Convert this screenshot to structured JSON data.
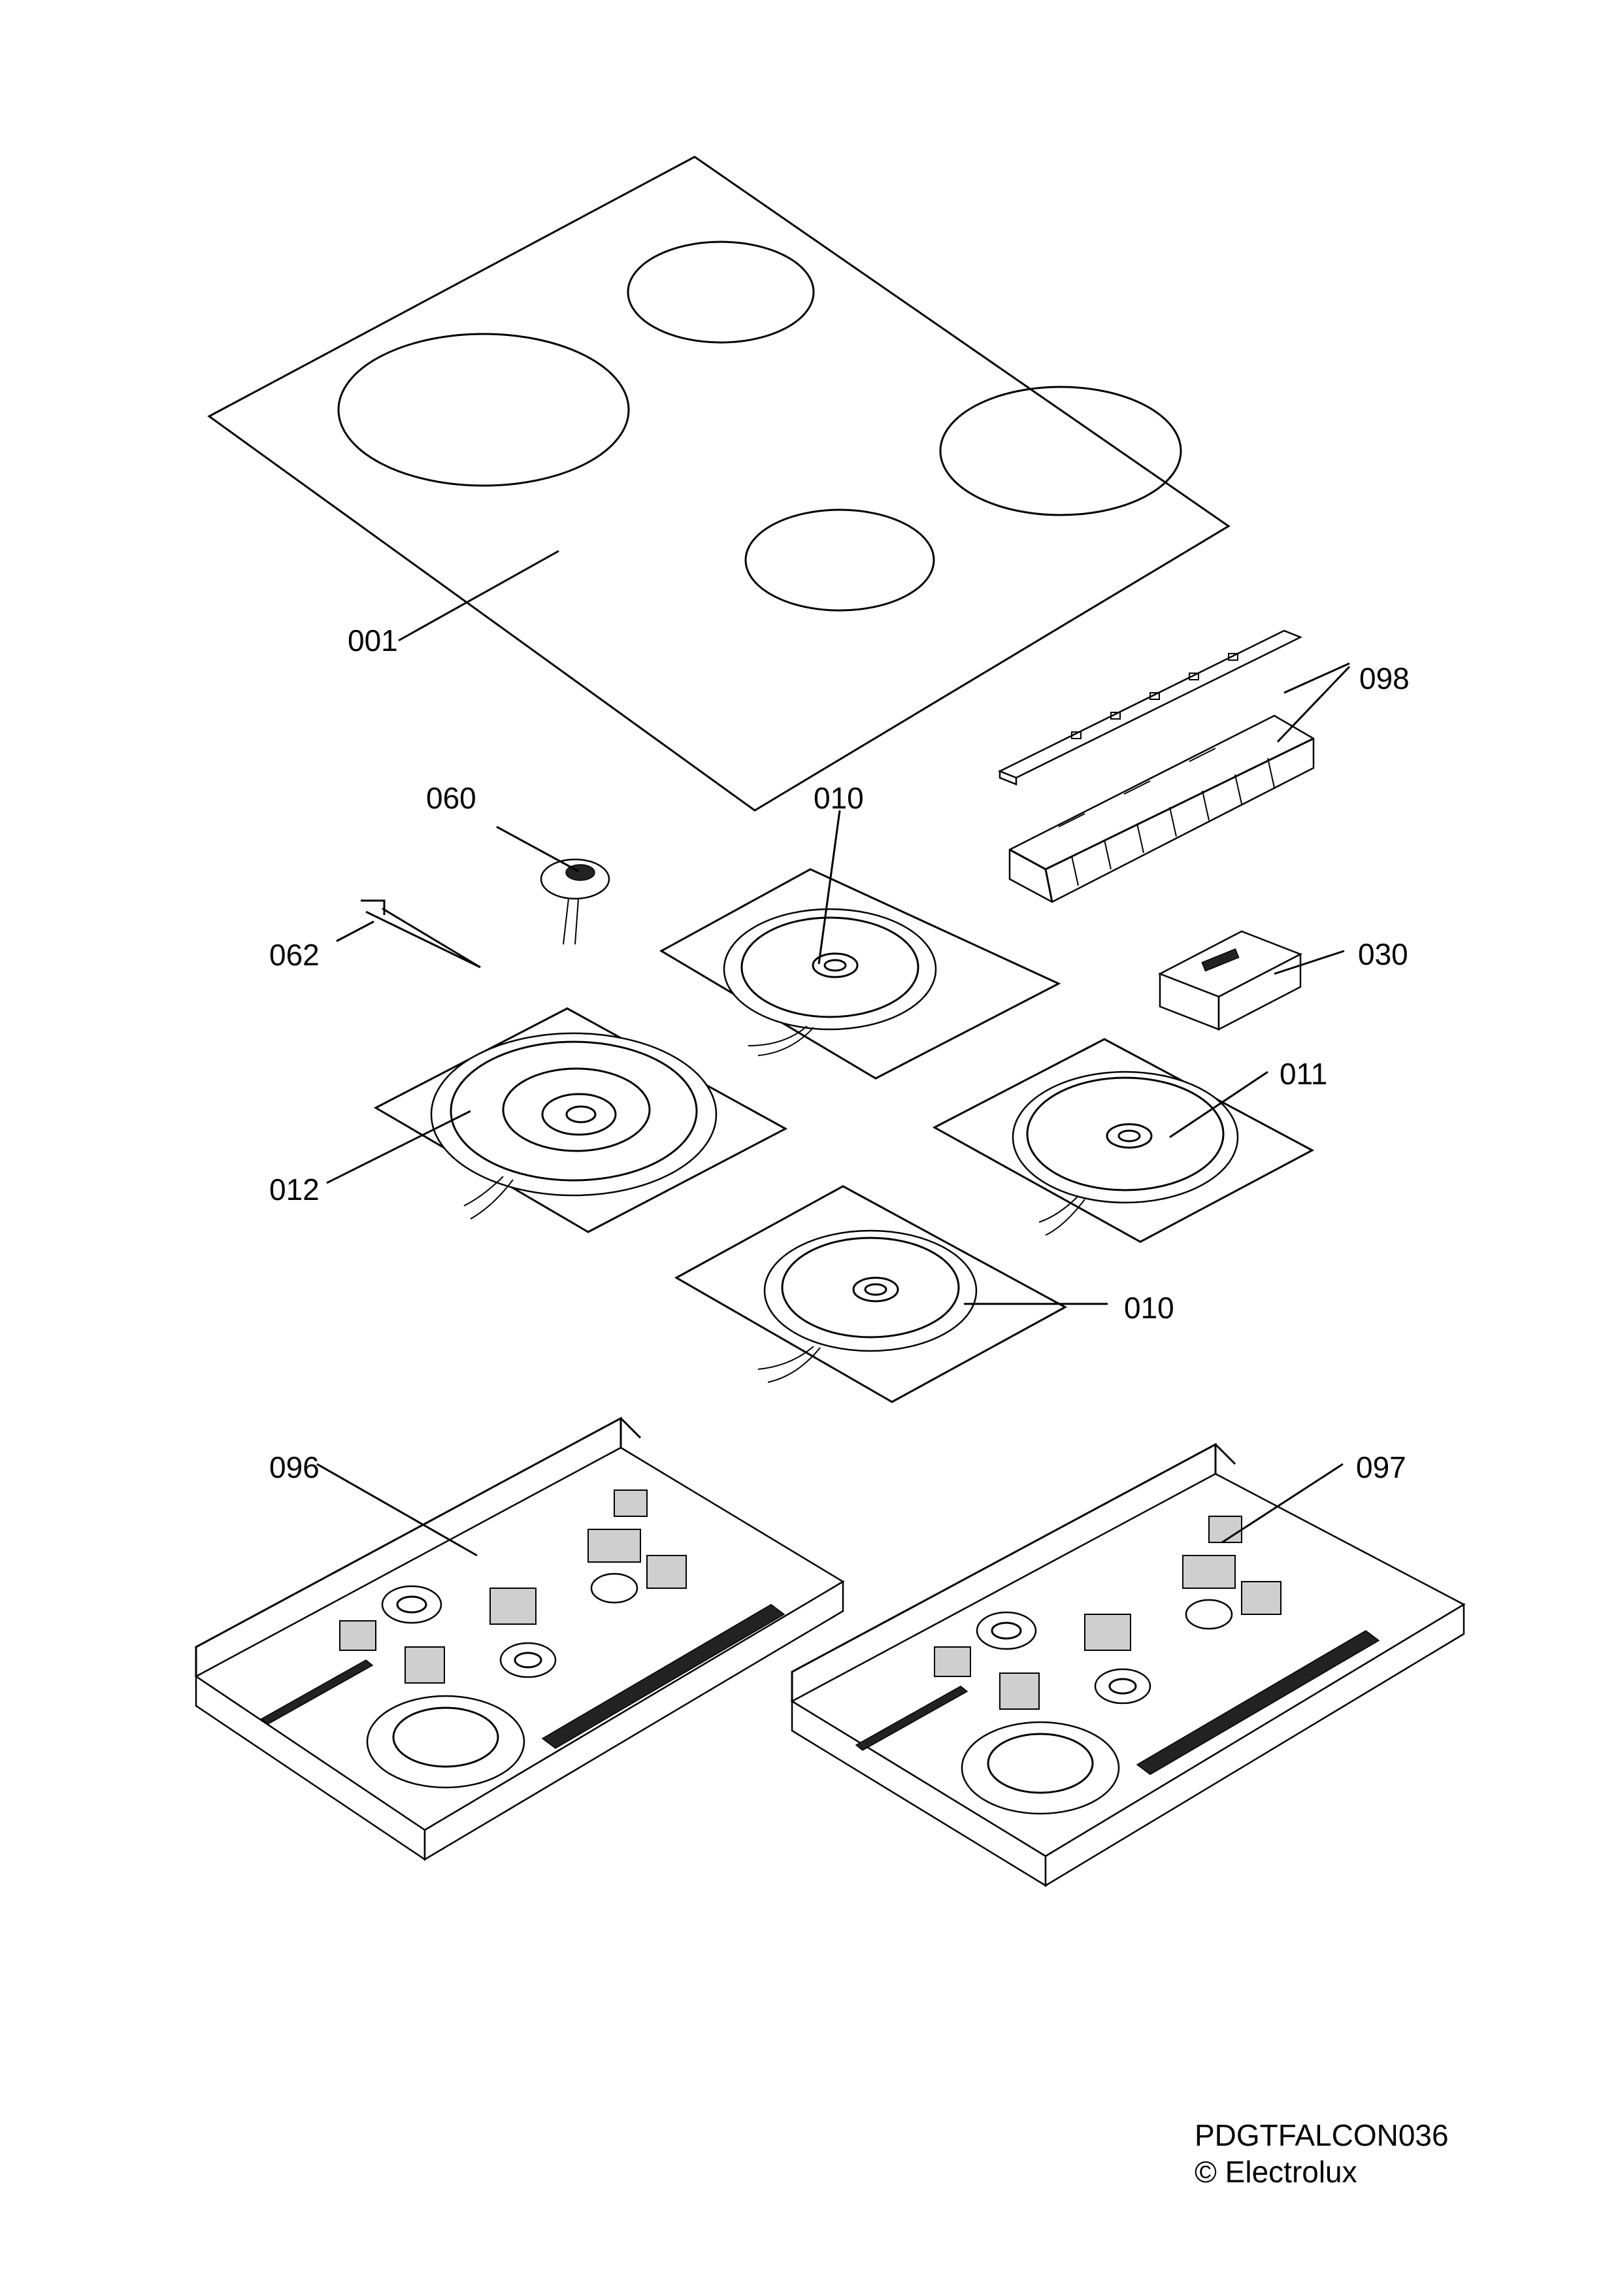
{
  "labels": {
    "p001": "001",
    "p098": "098",
    "p060": "060",
    "p010a": "010",
    "p062": "062",
    "p030": "030",
    "p011": "011",
    "p012": "012",
    "p010b": "010",
    "p096": "096",
    "p097": "097"
  },
  "footer": {
    "code": "PDGTFALCON036",
    "copyright": "© Electrolux"
  }
}
